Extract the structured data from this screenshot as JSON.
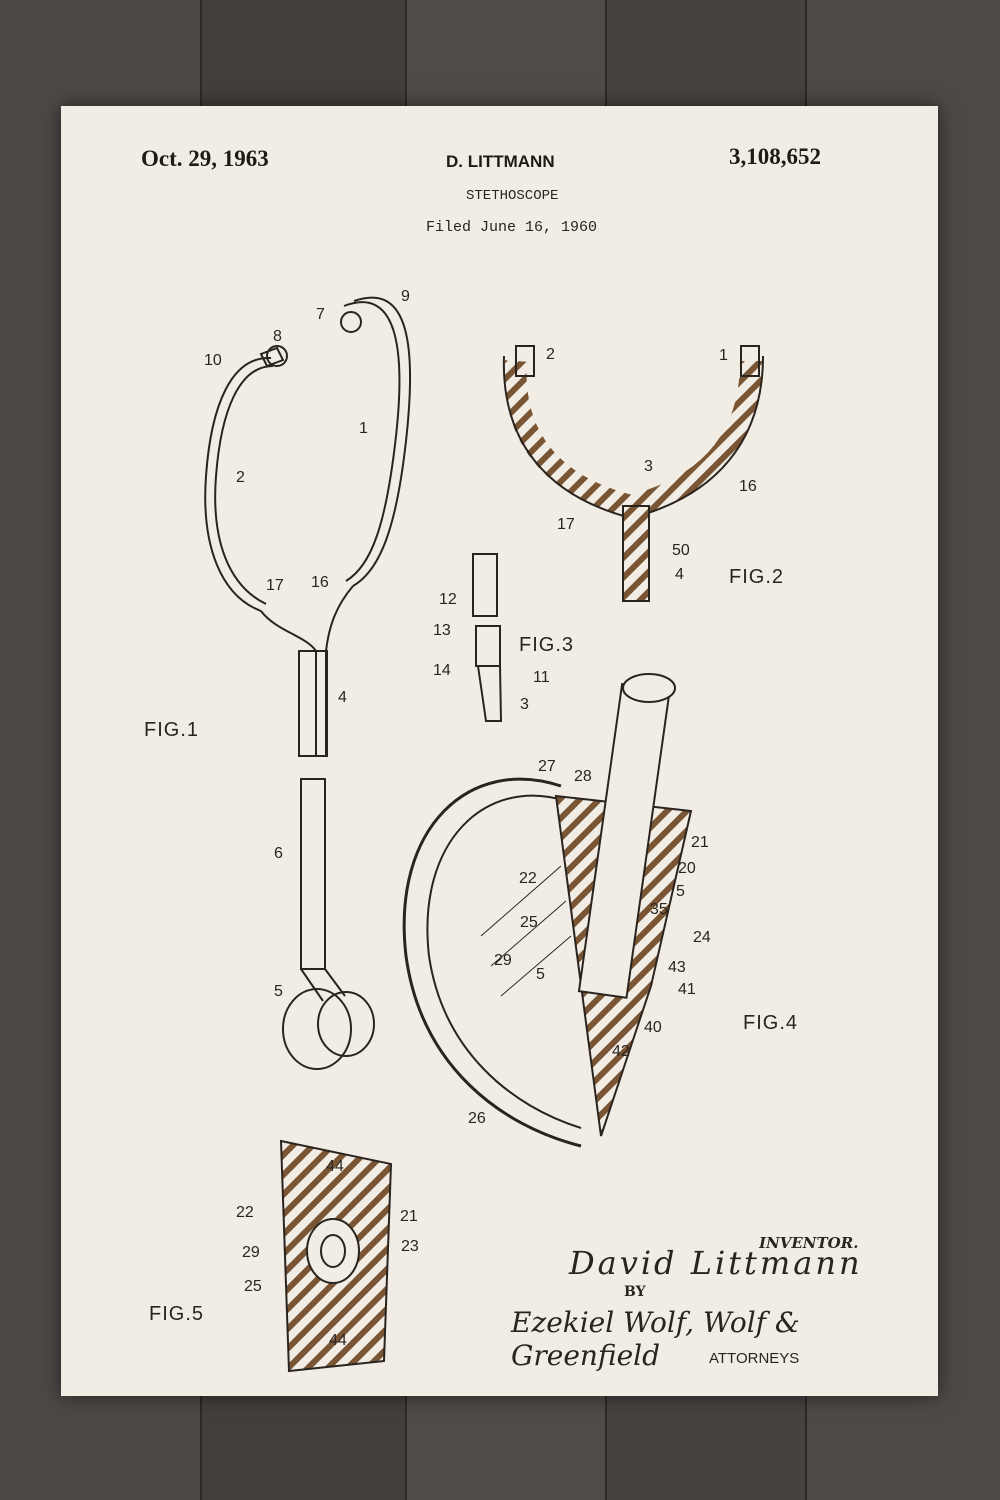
{
  "patent": {
    "date": "Oct. 29, 1963",
    "inventor_name": "D. LITTMANN",
    "number": "3,108,652",
    "title": "STETHOSCOPE",
    "filed": "Filed June 16, 1960"
  },
  "figures": {
    "fig1": "FIG.1",
    "fig2": "FIG.2",
    "fig3": "FIG.3",
    "fig4": "FIG.4",
    "fig5": "FIG.5"
  },
  "fig1_refs": [
    "10",
    "8",
    "7",
    "9",
    "1",
    "2",
    "17",
    "16",
    "4",
    "6",
    "5"
  ],
  "fig2_refs": [
    "2",
    "1",
    "3",
    "16",
    "17",
    "50",
    "4"
  ],
  "fig3_refs": [
    "12",
    "13",
    "14",
    "11",
    "3"
  ],
  "fig4_refs": [
    "27",
    "28",
    "21",
    "20",
    "22",
    "5",
    "35",
    "25",
    "24",
    "29",
    "43",
    "5",
    "41",
    "40",
    "42",
    "26"
  ],
  "fig5_refs": [
    "44",
    "22",
    "21",
    "29",
    "23",
    "25",
    "44"
  ],
  "signature": {
    "inventor_label": "INVENTOR.",
    "inventor_sig": "David Littmann",
    "by": "BY",
    "attorney_sig": "Ezekiel Wolf, Wolf & Greenfield",
    "attorneys_label": "ATTORNEYS"
  },
  "colors": {
    "paper": "#f1ede4",
    "ink": "#2a2420",
    "hatch": "#7a5533",
    "wood": "#4a4542"
  }
}
